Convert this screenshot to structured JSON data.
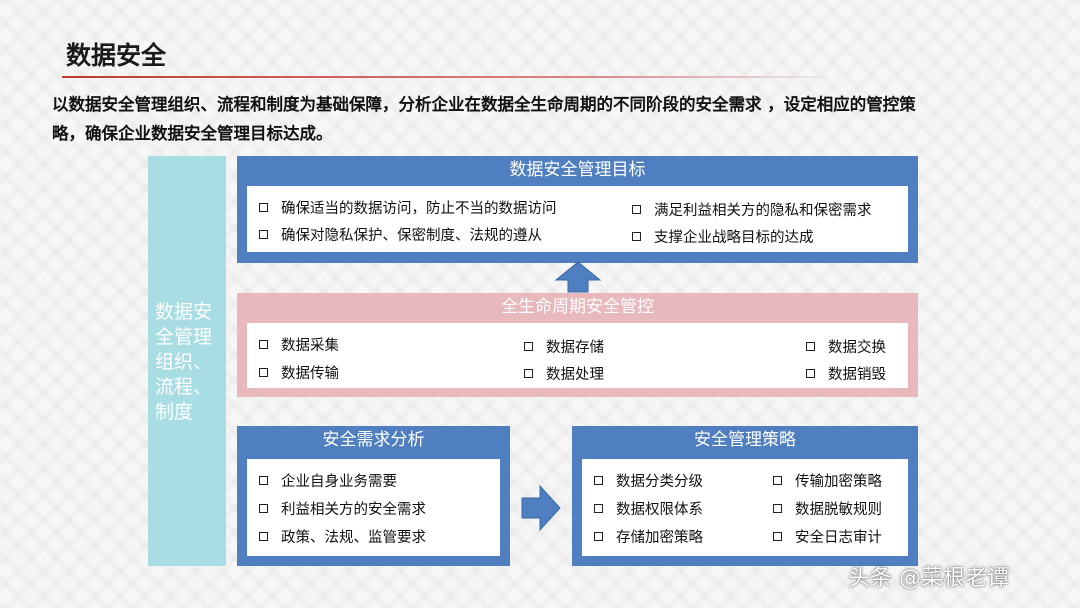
{
  "page": {
    "title": "数据安全",
    "intro": "以数据安全管理组织、流程和制度为基础保障，分析企业在数据全生命周期的不同阶段的安全需求 ，设定相应的管控策略，确保企业数据安全管理目标达成。"
  },
  "sidebar": {
    "label": "数据安全管理组织、流程、制度"
  },
  "goals": {
    "title": "数据安全管理目标",
    "items": [
      "确保适当的数据访问，防止不当的数据访问",
      "确保对隐私保护、保密制度、法规的遵从",
      "满足利益相关方的隐私和保密需求",
      "支撑企业战略目标的达成"
    ]
  },
  "lifecycle": {
    "title": "全生命周期安全管控",
    "items": [
      "数据采集",
      "数据传输",
      "数据存储",
      "数据处理",
      "数据交换",
      "数据销毁"
    ]
  },
  "requirements": {
    "title": "安全需求分析",
    "items": [
      "企业自身业务需要",
      "利益相关方的安全需求",
      "政策、法规、监管要求"
    ]
  },
  "strategy": {
    "title": "安全管理策略",
    "items": [
      "数据分类分级",
      "数据权限体系",
      "存储加密策略",
      "传输加密策略",
      "数据脱敏规则",
      "安全日志审计"
    ]
  },
  "watermark": "头条 @菜根老谭",
  "colors": {
    "panel_blue": "#4f7fc0",
    "panel_pink": "#e7b8bc",
    "sidebar": "#a7dde3",
    "title_rule": "#c0392b"
  }
}
